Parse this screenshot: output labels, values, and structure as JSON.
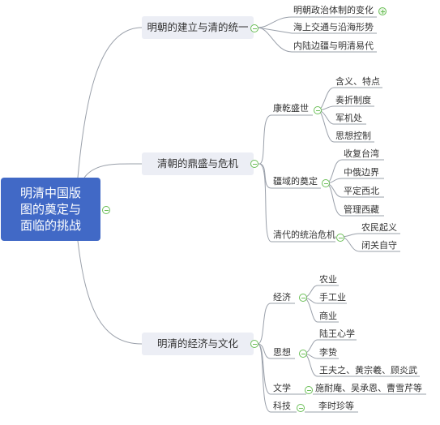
{
  "root": {
    "line1": "明清中国版",
    "line2": "图的奠定与",
    "line3": "面临的挑战"
  },
  "branches": [
    {
      "label": "明朝的建立与清的统一",
      "children": [
        "明朝政治体制的变化",
        "海上交通与沿海形势",
        "内陆边疆与明清易代"
      ]
    },
    {
      "label": "清朝的鼎盛与危机",
      "groups": [
        {
          "label": "康乾盛世",
          "children": [
            "含义、特点",
            "奏折制度",
            "军机处",
            "思想控制"
          ]
        },
        {
          "label": "疆域的奠定",
          "children": [
            "收复台湾",
            "中俄边界",
            "平定西北",
            "管理西藏"
          ]
        },
        {
          "label": "清代的统治危机",
          "children": [
            "农民起义",
            "闭关自守"
          ]
        }
      ]
    },
    {
      "label": "明清的经济与文化",
      "groups": [
        {
          "label": "经济",
          "children": [
            "农业",
            "手工业",
            "商业"
          ]
        },
        {
          "label": "思想",
          "children": [
            "陆王心学",
            "李贽",
            "王夫之、黄宗羲、顾炎武"
          ]
        },
        {
          "label": "文学",
          "children": [
            "施耐庵、吴承恩、曹雪芹等"
          ]
        },
        {
          "label": "科技",
          "children": [
            "李时珍等"
          ]
        }
      ]
    }
  ],
  "icons": {
    "collapse": "minus-circle-icon",
    "expand": "plus-circle-icon"
  },
  "colors": {
    "root": "#4169c6",
    "branch": "#eceef5",
    "toggle": "#6bbf57",
    "line": "#9aa0aa"
  }
}
